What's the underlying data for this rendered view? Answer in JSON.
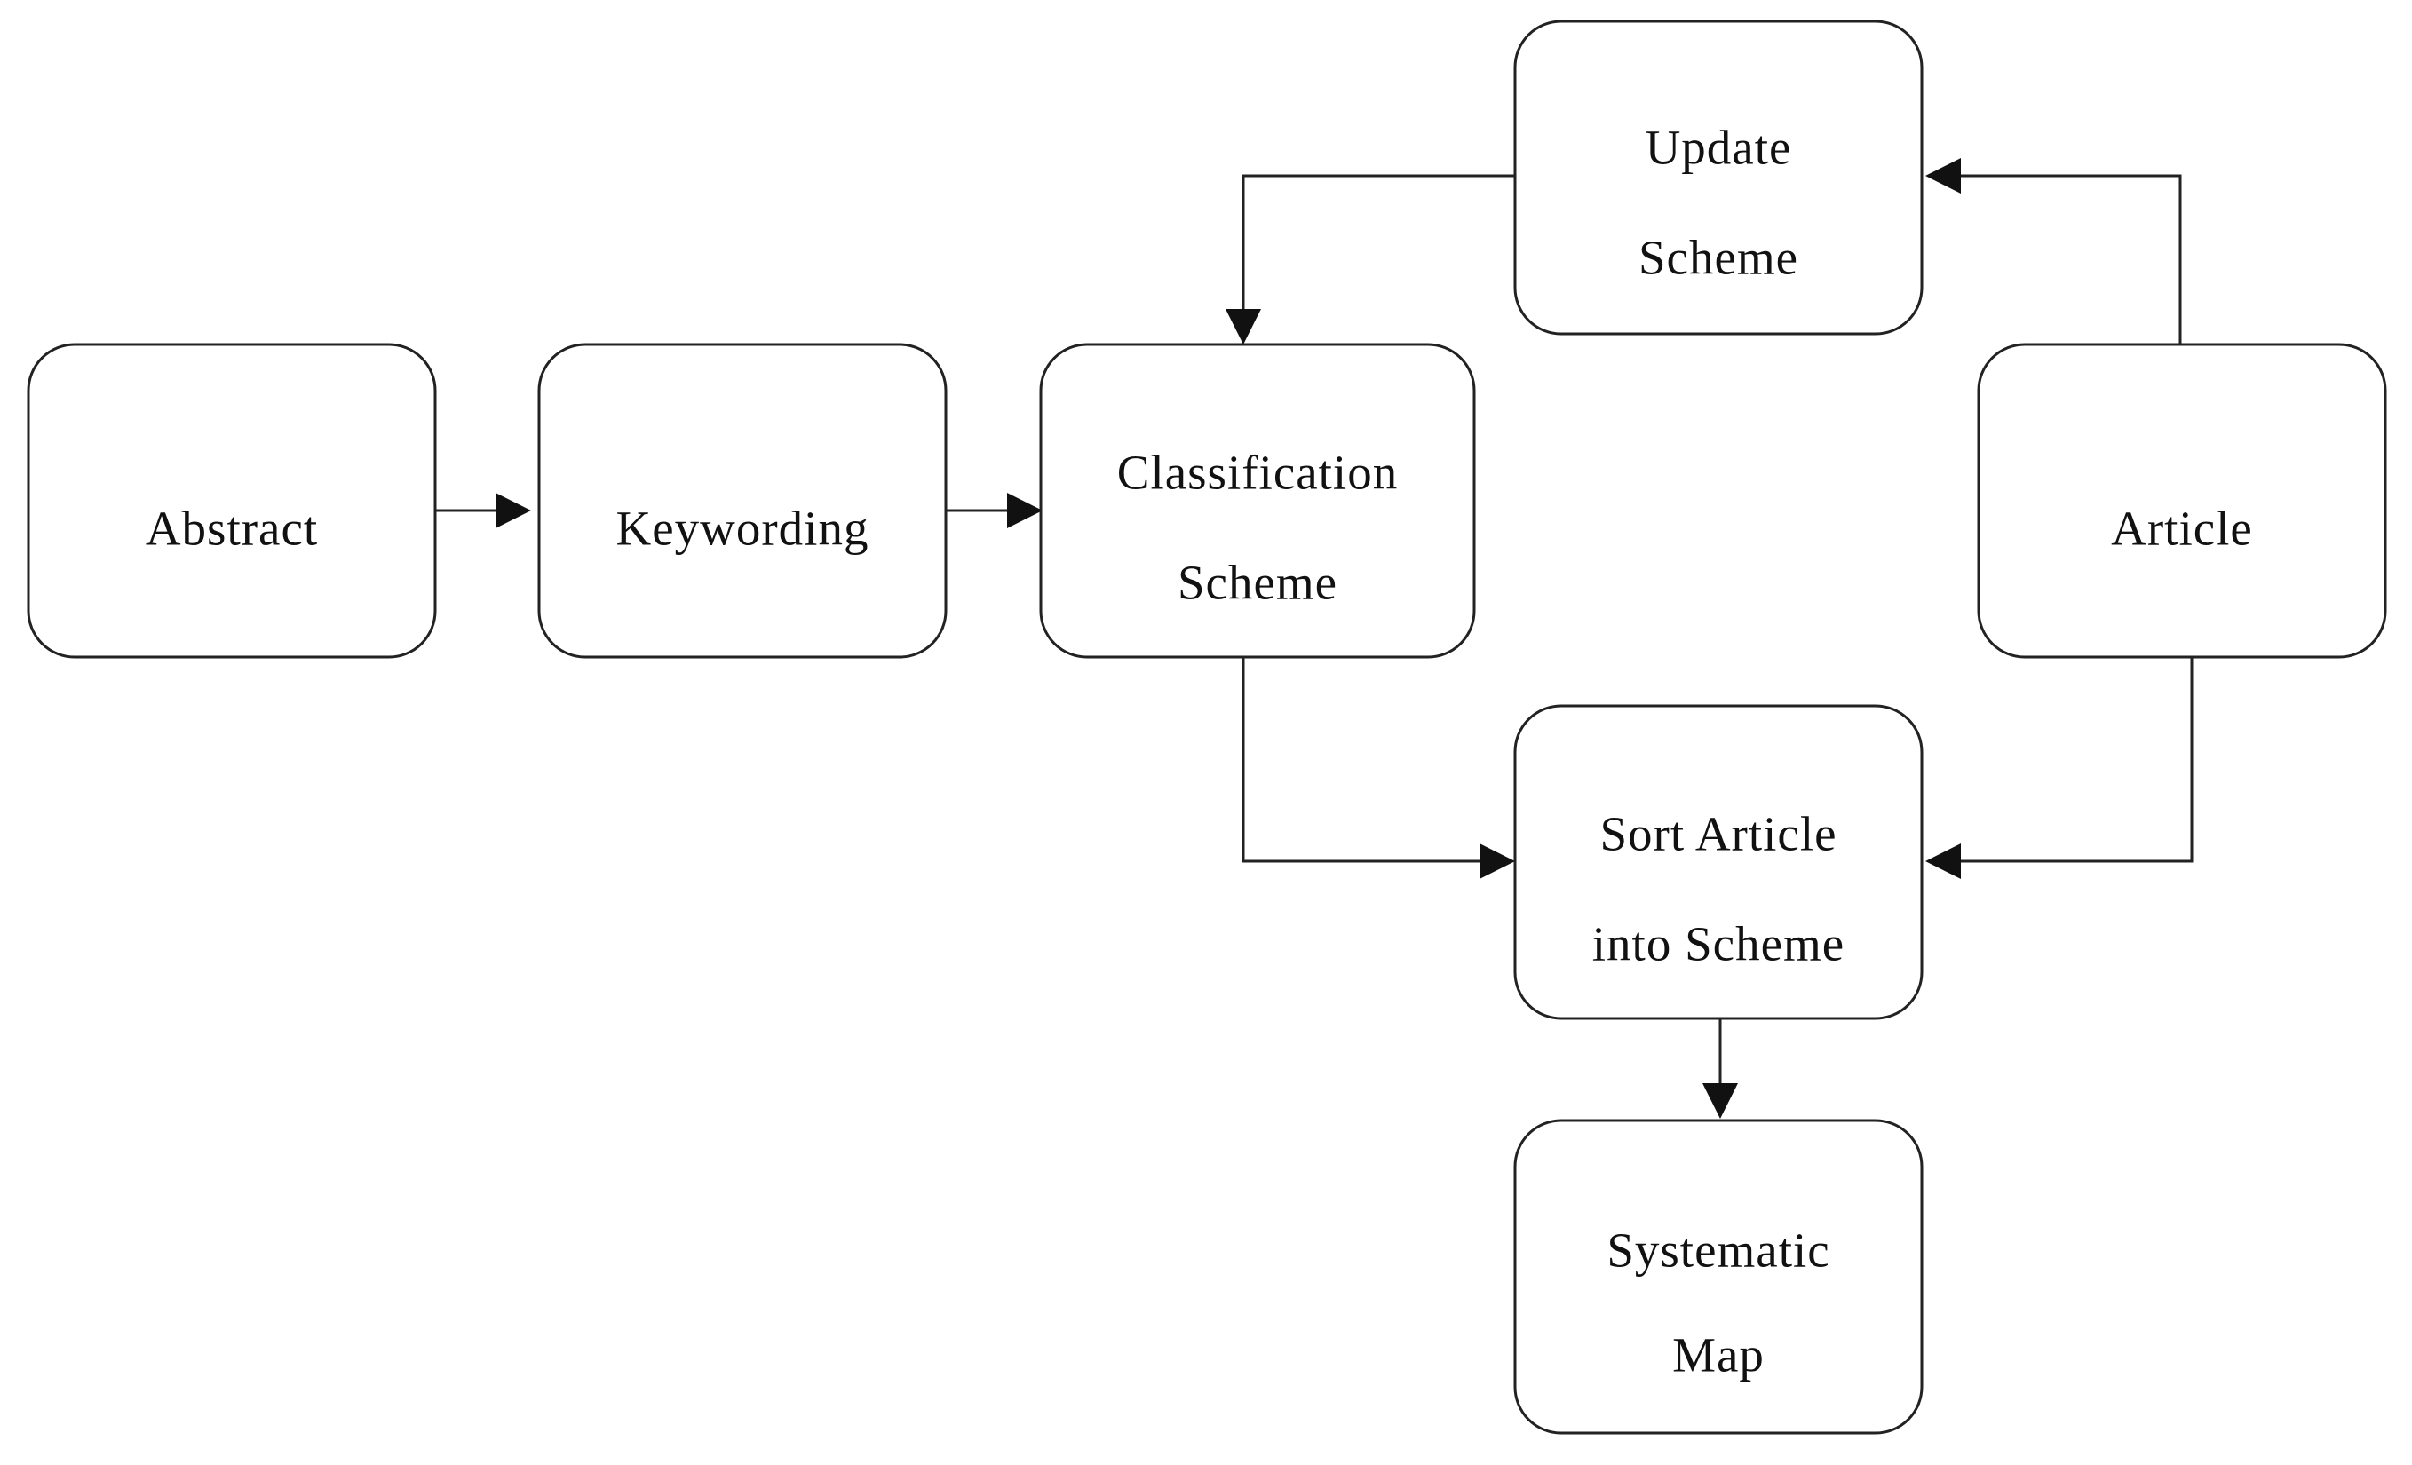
{
  "nodes": {
    "abstract": {
      "lines": [
        "Abstract"
      ]
    },
    "keywording": {
      "lines": [
        "Keywording"
      ]
    },
    "classification_scheme": {
      "lines": [
        "Classification",
        "Scheme"
      ]
    },
    "update_scheme": {
      "lines": [
        "Update",
        "Scheme"
      ]
    },
    "article": {
      "lines": [
        "Article"
      ]
    },
    "sort_article": {
      "lines": [
        "Sort Article",
        "into Scheme"
      ]
    },
    "systematic_map": {
      "lines": [
        "Systematic",
        "Map"
      ]
    }
  },
  "edges": [
    {
      "from": "Abstract",
      "to": "Keywording"
    },
    {
      "from": "Keywording",
      "to": "Classification Scheme"
    },
    {
      "from": "Update Scheme",
      "to": "Classification Scheme"
    },
    {
      "from": "Article",
      "to": "Update Scheme"
    },
    {
      "from": "Classification Scheme",
      "to": "Sort Article into Scheme"
    },
    {
      "from": "Article",
      "to": "Sort Article into Scheme"
    },
    {
      "from": "Sort Article into Scheme",
      "to": "Systematic Map"
    }
  ]
}
